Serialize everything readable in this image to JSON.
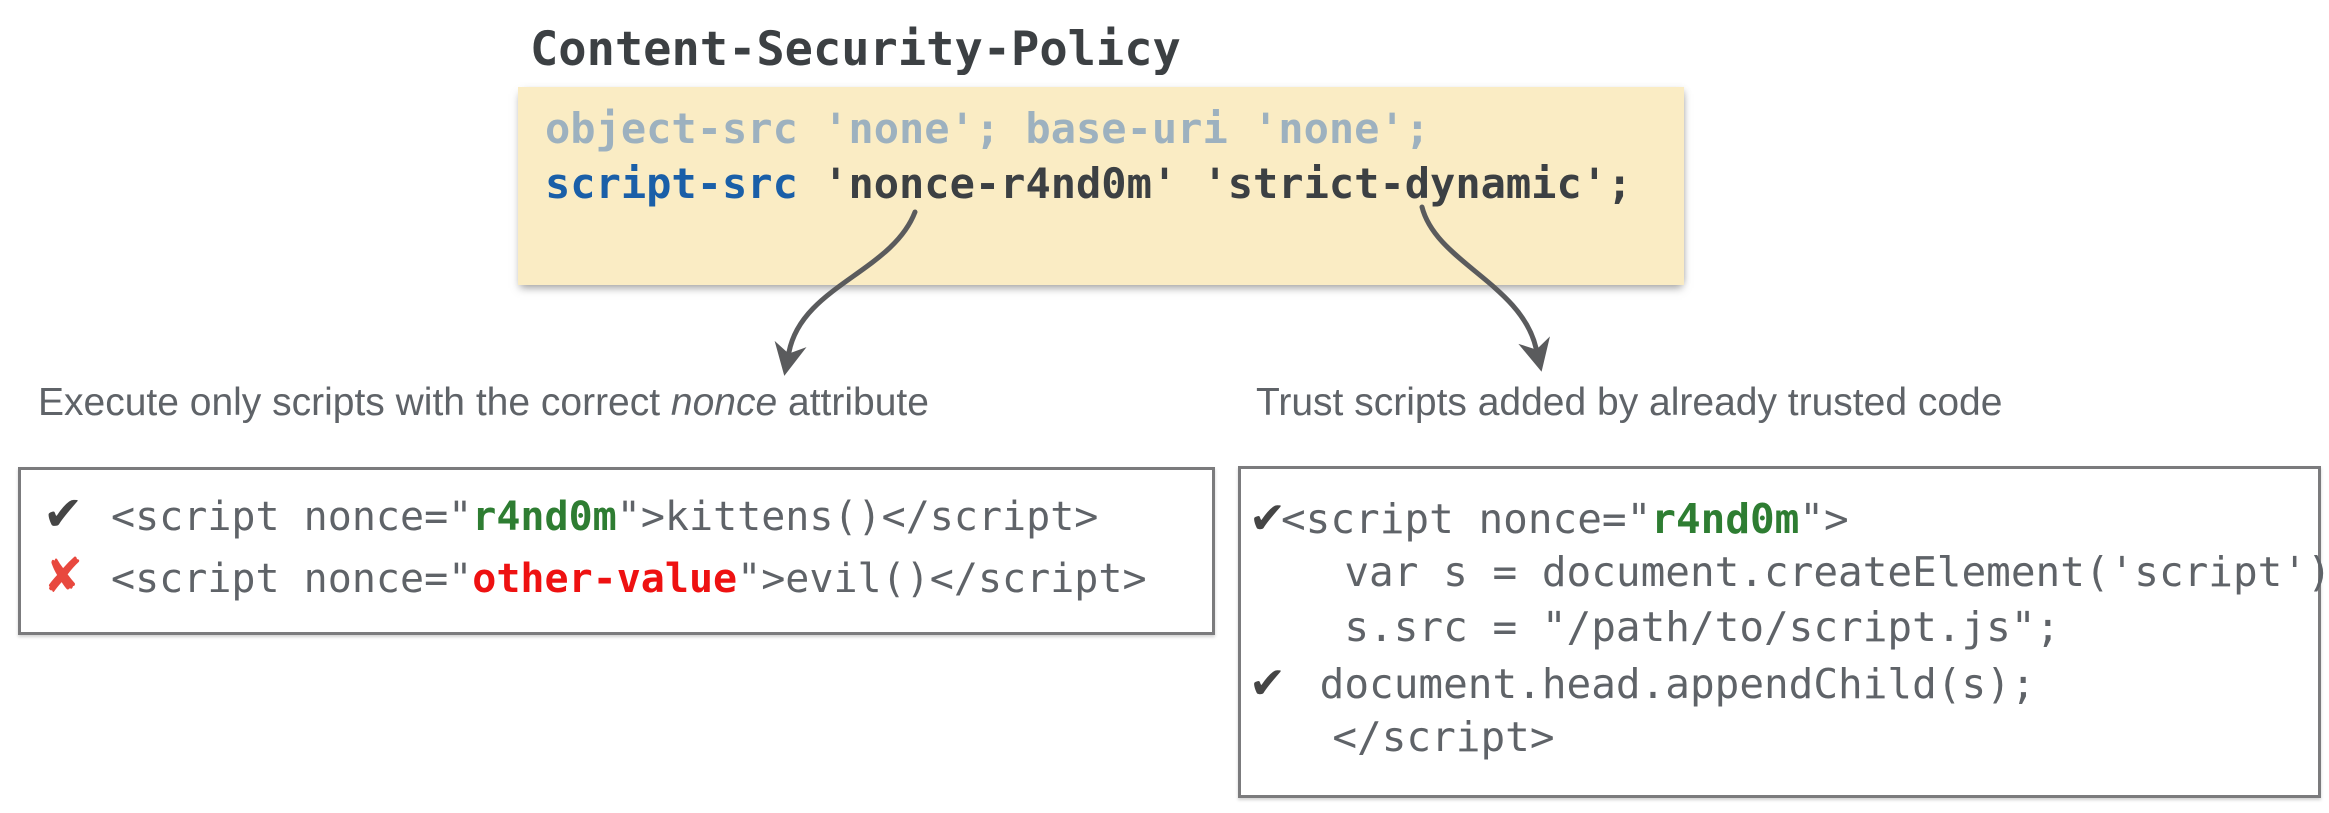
{
  "title": "Content-Security-Policy",
  "policy": {
    "muted_line": "object-src 'none'; base-uri 'none';",
    "directive": "script-src",
    "values": " 'nonce-r4nd0m' 'strict-dynamic';"
  },
  "labels": {
    "left_before": "Execute only scripts with the correct ",
    "left_emphasis": "nonce",
    "left_after": " attribute",
    "right": "Trust scripts added by already trusted code"
  },
  "marks": {
    "check": "✔",
    "cross": "✘"
  },
  "left_box": {
    "row1": {
      "status": "allowed",
      "pre": "<script nonce=\"",
      "nonce": "r4nd0m",
      "post": "\">kittens()</script>"
    },
    "row2": {
      "status": "blocked",
      "pre": "<script nonce=\"",
      "nonce": "other-value",
      "post": "\">evil()</script>"
    }
  },
  "right_box": {
    "line1": {
      "status": "allowed",
      "pre": "<script nonce=\"",
      "nonce": "r4nd0m",
      "post": "\">"
    },
    "line2": "  var s = document.createElement('script')",
    "line3": "  s.src = \"/path/to/script.js\";",
    "line4": {
      "status": "allowed",
      "code": " document.head.appendChild(s);"
    },
    "line5": "  </script>"
  },
  "colors": {
    "policy_background": "#faecc4",
    "muted_directive_text": "#9db1bf",
    "script_src_blue": "#1a5fa8",
    "policy_dark_text": "#3c4043",
    "label_gray": "#5f6368",
    "code_gray": "#5f6368",
    "nonce_green": "#2e7d32",
    "bad_nonce_red": "#ee1111",
    "cross_red": "#e8483e",
    "check_dark": "#454545",
    "box_border_gray": "#7b7b7d",
    "arrow_gray": "#5a5b5d"
  }
}
